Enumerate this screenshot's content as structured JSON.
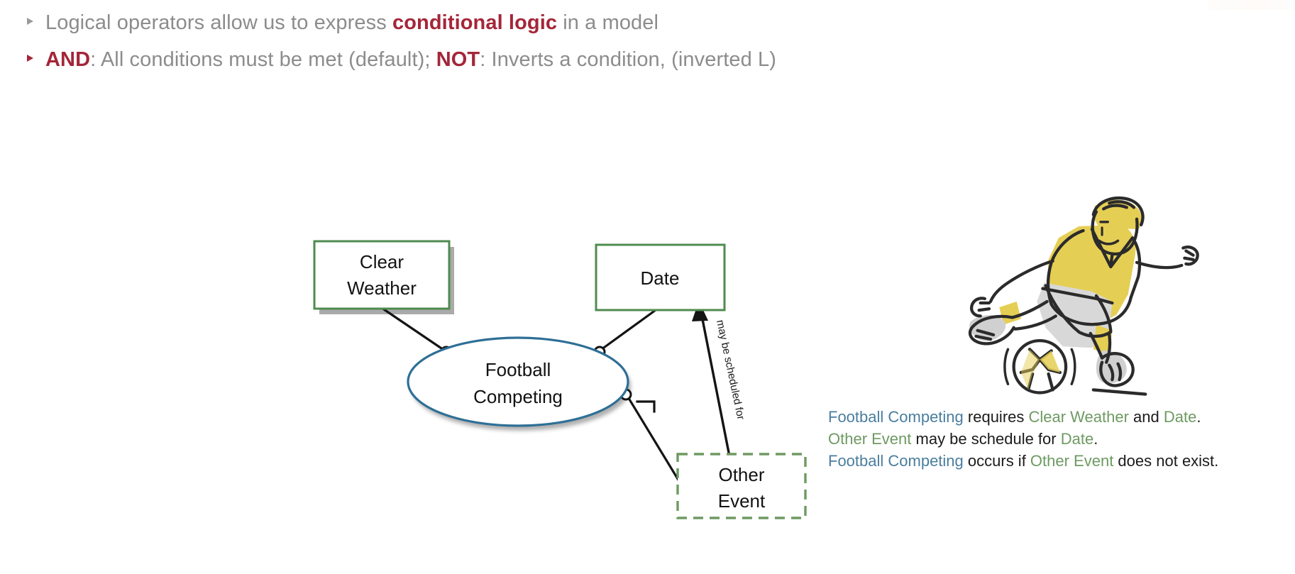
{
  "slide": {
    "background": "#ffffff",
    "accent_red": "#a42639",
    "body_grey": "#8c8c8c",
    "entity_green": "#6e9a62",
    "entity_blue": "#4a7e9e"
  },
  "bullets": [
    {
      "marker": "triangle-bullet-icon",
      "marker_color": "#9a9a9a",
      "segments": [
        {
          "text": "Logical operators allow us to express ",
          "style": "plain"
        },
        {
          "text": "conditional logic",
          "style": "accent"
        },
        {
          "text": " in a model",
          "style": "plain"
        }
      ]
    },
    {
      "marker": "triangle-bullet-icon",
      "marker_color": "#a42639",
      "segments": [
        {
          "text": "AND",
          "style": "accent"
        },
        {
          "text": ": All conditions must be met (default); ",
          "style": "plain"
        },
        {
          "text": "NOT",
          "style": "accent"
        },
        {
          "text": ": Inverts a condition, (inverted L)",
          "style": "plain"
        }
      ]
    }
  ],
  "diagram": {
    "nodes": {
      "clear_weather": {
        "line1": "Clear",
        "line2": "Weather",
        "shape": "rectangle-solid",
        "border": "#4f8b4f",
        "shadow": true
      },
      "date": {
        "line1": "Date",
        "line2": "",
        "shape": "rectangle-solid",
        "border": "#4f8b4f",
        "shadow": false
      },
      "football_competing": {
        "line1": "Football",
        "line2": "Competing",
        "shape": "ellipse",
        "border": "#2e6f96",
        "shadow": true
      },
      "other_event": {
        "line1": "Other",
        "line2": "Event",
        "shape": "rectangle-dashed",
        "border": "#6e9a62",
        "shadow": false
      }
    },
    "edges": [
      {
        "name": "clear-weather-to-football",
        "label": "",
        "endpoint": "circle"
      },
      {
        "name": "date-to-football",
        "label": "",
        "endpoint": "circle"
      },
      {
        "name": "football-to-other-event",
        "label": "",
        "endpoint": "circle-not"
      },
      {
        "name": "other-event-to-date",
        "label": "may be scheduled for",
        "endpoint": "arrow"
      }
    ],
    "not_symbol": "¬"
  },
  "illustration": {
    "name": "football-player-illustration",
    "shirt_color": "#e5ce54",
    "shorts_color": "#d8d8d8",
    "ink_color": "#2b2b2b"
  },
  "sentences": [
    [
      {
        "text": "Football Competing",
        "style": "blue"
      },
      {
        "text": " requires ",
        "style": "plain"
      },
      {
        "text": "Clear Weather",
        "style": "green"
      },
      {
        "text": " and ",
        "style": "plain"
      },
      {
        "text": "Date",
        "style": "green"
      },
      {
        "text": ".",
        "style": "plain"
      }
    ],
    [
      {
        "text": "Other Event",
        "style": "green"
      },
      {
        "text": " may be schedule for ",
        "style": "plain"
      },
      {
        "text": "Date",
        "style": "green"
      },
      {
        "text": ".",
        "style": "plain"
      }
    ],
    [
      {
        "text": "Football Competing",
        "style": "blue"
      },
      {
        "text": " occurs if ",
        "style": "plain"
      },
      {
        "text": "Other Event",
        "style": "green"
      },
      {
        "text": " does not exist.",
        "style": "plain"
      }
    ]
  ]
}
